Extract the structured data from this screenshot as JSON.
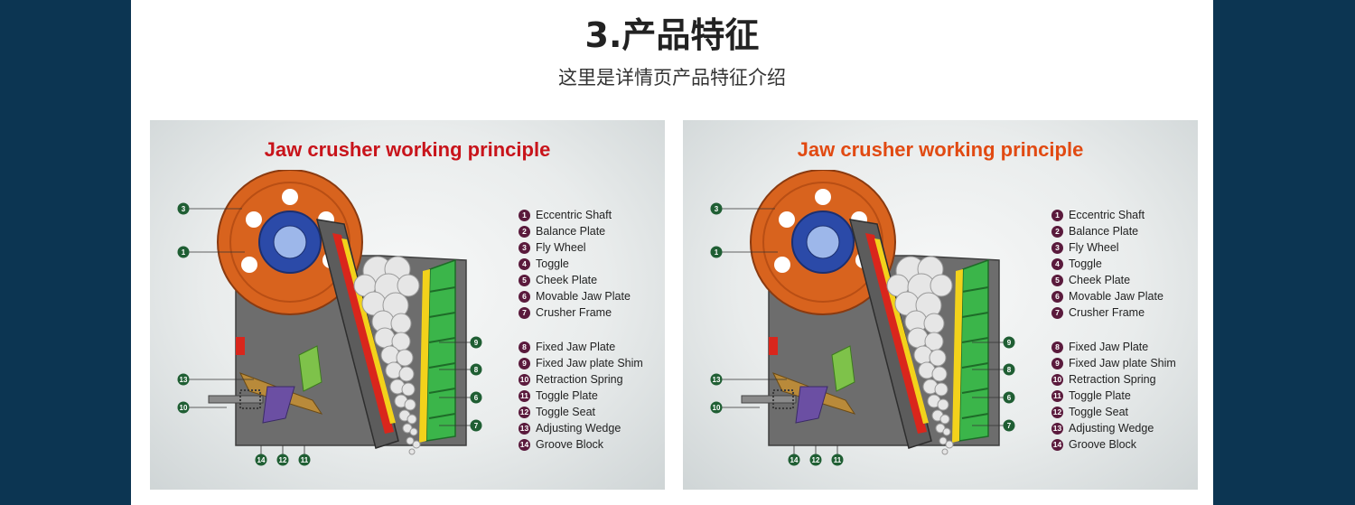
{
  "header": {
    "title": "3.产品特征",
    "subtitle": "这里是详情页产品特征介绍"
  },
  "panels": [
    {
      "title": "Jaw crusher working principle",
      "title_color": "#c8141b",
      "legend": [
        {
          "num": "1",
          "label": "Eccentric Shaft"
        },
        {
          "num": "2",
          "label": "Balance Plate"
        },
        {
          "num": "3",
          "label": "Fly Wheel"
        },
        {
          "num": "4",
          "label": "Toggle"
        },
        {
          "num": "5",
          "label": "Cheek Plate"
        },
        {
          "num": "6",
          "label": "Movable Jaw Plate"
        },
        {
          "num": "7",
          "label": "Crusher Frame"
        },
        {
          "num": "8",
          "label": "Fixed Jaw Plate"
        },
        {
          "num": "9",
          "label": "Fixed Jaw plate Shim"
        },
        {
          "num": "10",
          "label": "Retraction Spring"
        },
        {
          "num": "11",
          "label": "Toggle Plate"
        },
        {
          "num": "12",
          "label": "Toggle Seat"
        },
        {
          "num": "13",
          "label": "Adjusting Wedge"
        },
        {
          "num": "14",
          "label": "Groove Block"
        }
      ],
      "callouts": [
        "3",
        "1",
        "13",
        "10",
        "9",
        "8",
        "6",
        "7",
        "14",
        "12",
        "11"
      ]
    },
    {
      "title": "Jaw crusher working principle",
      "title_color": "#e14a12",
      "legend": [
        {
          "num": "1",
          "label": "Eccentric Shaft"
        },
        {
          "num": "2",
          "label": "Balance Plate"
        },
        {
          "num": "3",
          "label": "Fly Wheel"
        },
        {
          "num": "4",
          "label": "Toggle"
        },
        {
          "num": "5",
          "label": "Cheek Plate"
        },
        {
          "num": "6",
          "label": "Movable Jaw Plate"
        },
        {
          "num": "7",
          "label": "Crusher Frame"
        },
        {
          "num": "8",
          "label": "Fixed Jaw Plate"
        },
        {
          "num": "9",
          "label": "Fixed Jaw plate Shim"
        },
        {
          "num": "10",
          "label": "Retraction Spring"
        },
        {
          "num": "11",
          "label": "Toggle Plate"
        },
        {
          "num": "12",
          "label": "Toggle Seat"
        },
        {
          "num": "13",
          "label": "Adjusting Wedge"
        },
        {
          "num": "14",
          "label": "Groove Block"
        }
      ],
      "callouts": [
        "3",
        "1",
        "13",
        "10",
        "9",
        "8",
        "6",
        "7",
        "14",
        "12",
        "11"
      ]
    }
  ],
  "colors": {
    "background": "#0c3552",
    "flywheel": "#d8631e",
    "jaw_green": "#3bb54a",
    "jaw_red": "#d9261c",
    "shim_yellow": "#f2d21b",
    "legend_badge": "#5a1a3c",
    "callout_badge": "#1f5e33"
  }
}
